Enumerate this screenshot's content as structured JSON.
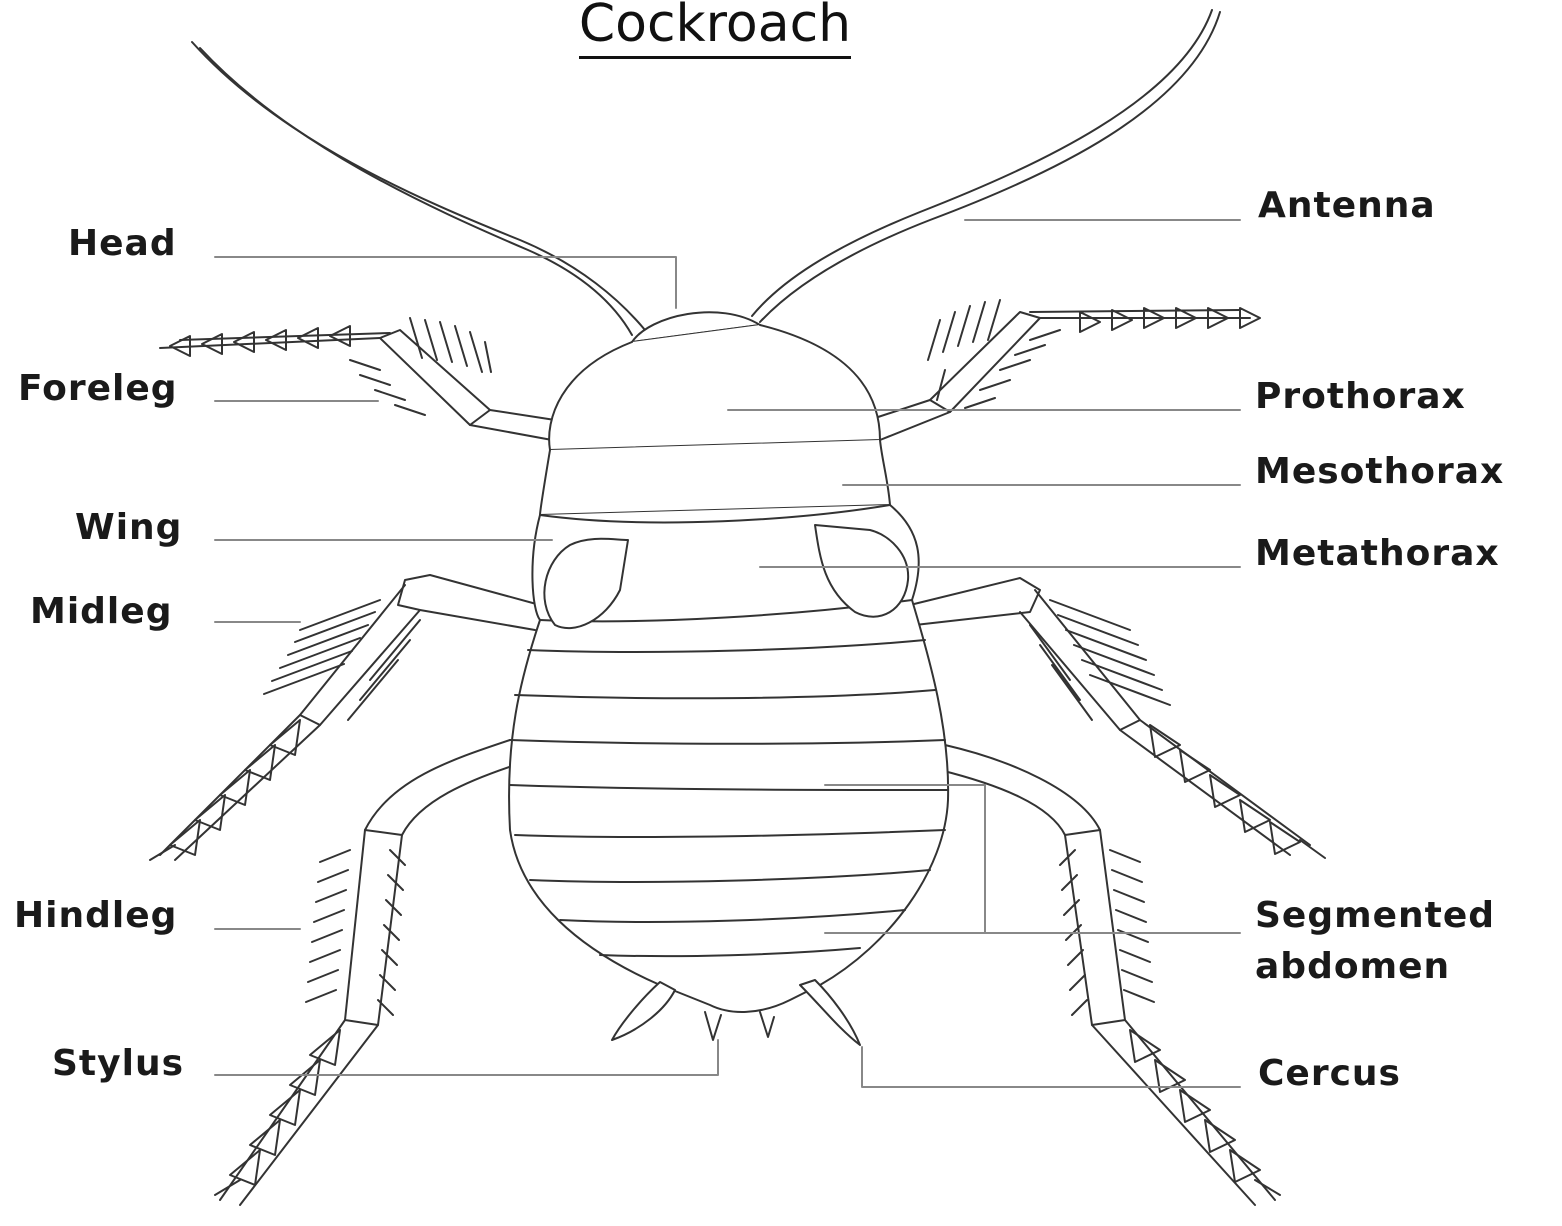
{
  "title": "Cockroach",
  "labels": {
    "head": "Head",
    "foreleg": "Foreleg",
    "wing": "Wing",
    "midleg": "Midleg",
    "hindleg": "Hindleg",
    "stylus": "Stylus",
    "antenna": "Antenna",
    "prothorax": "Prothorax",
    "mesothorax": "Mesothorax",
    "metathorax": "Metathorax",
    "segmented_abdomen_line1": "Segmented",
    "segmented_abdomen_line2": "abdomen",
    "cercus": "Cercus"
  },
  "colors": {
    "outline": "#333333",
    "leader": "#888888",
    "text": "#1a1a1a",
    "background": "#ffffff"
  }
}
